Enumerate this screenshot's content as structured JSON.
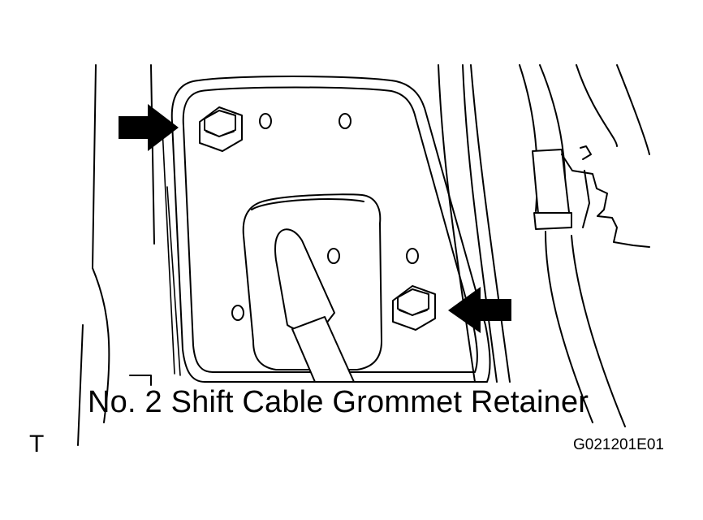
{
  "diagram": {
    "callout": "No. 2 Shift Cable Grommet Retainer",
    "corner_letter": "T",
    "figure_code": "G021201E01"
  }
}
